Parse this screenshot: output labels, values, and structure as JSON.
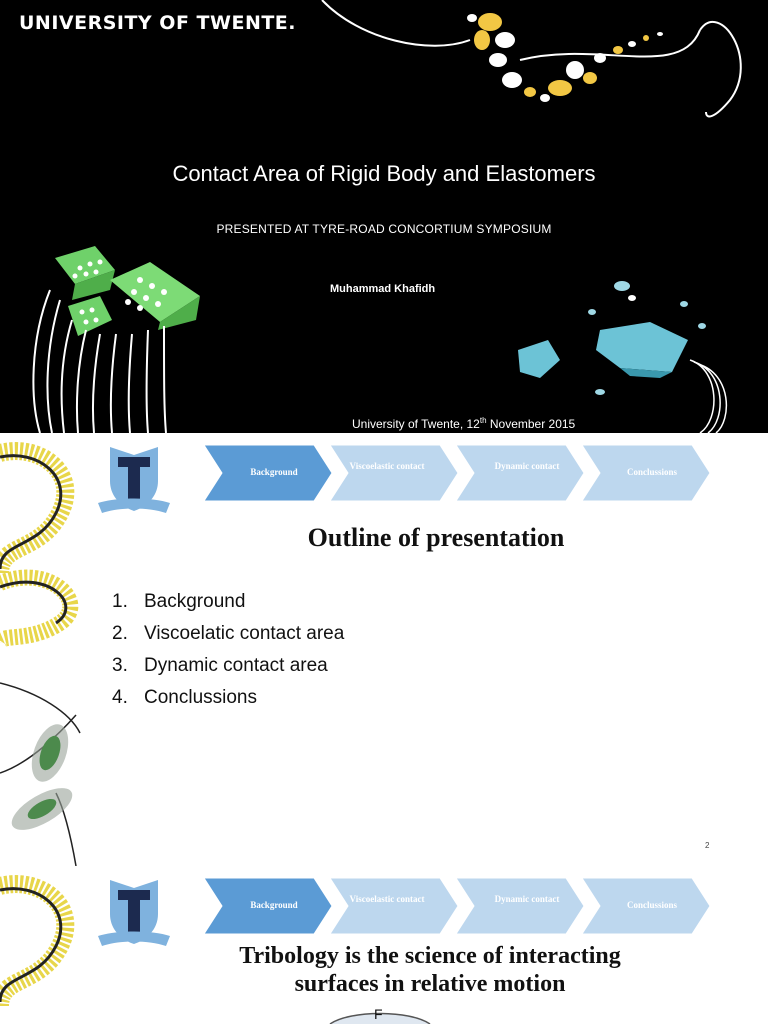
{
  "slide1": {
    "university": "UNIVERSITY OF TWENTE.",
    "title": "Contact Area of Rigid Body and Elastomers",
    "subtitle": "PRESENTED AT TYRE-ROAD CONCORTIUM SYMPOSIUM",
    "author": "Muhammad Khafidh",
    "footer_prefix": "University of Twente, 12",
    "footer_sup": "th",
    "footer_suffix": " November 2015"
  },
  "nav": {
    "steps": [
      "Background",
      "Viscoelastic contact",
      "Dynamic contact",
      "Conclussions"
    ],
    "active_index": 0,
    "active_color": "#5b9bd5",
    "inactive_color": "#bdd7ee"
  },
  "slide2": {
    "title": "Outline of presentation",
    "items": [
      {
        "num": "1.",
        "text": "Background"
      },
      {
        "num": "2.",
        "text": "Viscoelatic contact area"
      },
      {
        "num": "3.",
        "text": "Dynamic contact area"
      },
      {
        "num": "4.",
        "text": "Conclussions"
      }
    ],
    "page_number": "2"
  },
  "slide3": {
    "title_line1": "Tribology is the science of interacting",
    "title_line2": "surfaces in relative motion",
    "partial_label": "F"
  }
}
